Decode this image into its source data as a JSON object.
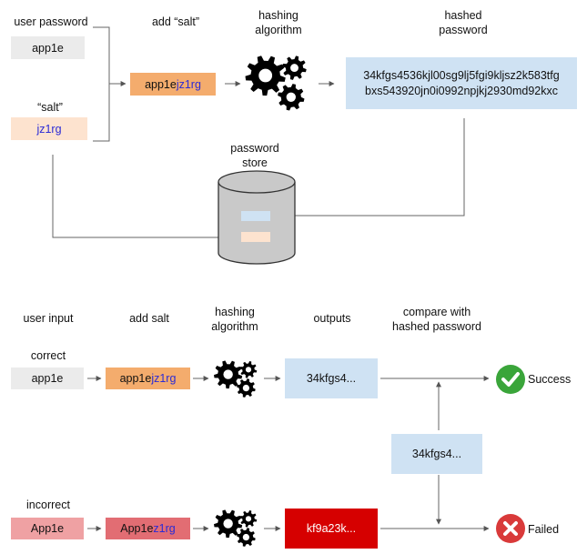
{
  "top": {
    "user_password_label": "user password",
    "password_value": "app1e",
    "salt_label": "“salt”",
    "salt_value": "jz1rg",
    "add_salt_label": "add “salt”",
    "salted_prefix": "app1e",
    "salted_suffix": "jz1rg",
    "hashing_label_1": "hashing",
    "hashing_label_2": "algorithm",
    "hashed_label_1": "hashed",
    "hashed_label_2": "password",
    "hash_line_1": "34kfgs4536kjl00sg9lj5fgi9kljsz2k583tfg",
    "hash_line_2": "bxs543920jn0i0992npjkj2930md92kxc",
    "store_label_1": "password",
    "store_label_2": "store"
  },
  "bottom": {
    "col_user_input": "user input",
    "col_add_salt": "add salt",
    "col_hashing_1": "hashing",
    "col_hashing_2": "algorithm",
    "col_outputs": "outputs",
    "col_compare_1": "compare with",
    "col_compare_2": "hashed password",
    "correct_label": "correct",
    "correct_input": "app1e",
    "correct_salted_prefix": "app1e",
    "correct_salted_suffix": "jz1rg",
    "correct_output": "34kfgs4...",
    "stored_hash": "34kfgs4...",
    "success_label": "Success",
    "incorrect_label": "incorrect",
    "incorrect_input": "App1e",
    "incorrect_salted_prefix": "App1e",
    "incorrect_salted_suffix": "z1rg",
    "incorrect_output": "kf9a23k...",
    "failed_label": "Failed"
  },
  "colors": {
    "salt_text": "#2b2bd6",
    "success": "#3aa53a",
    "failed": "#d93a3a",
    "hash_box": "#cfe2f3",
    "salt_box": "#fde3cf",
    "salted_box": "#f4ac6d",
    "wrong_output": "#d60000"
  }
}
